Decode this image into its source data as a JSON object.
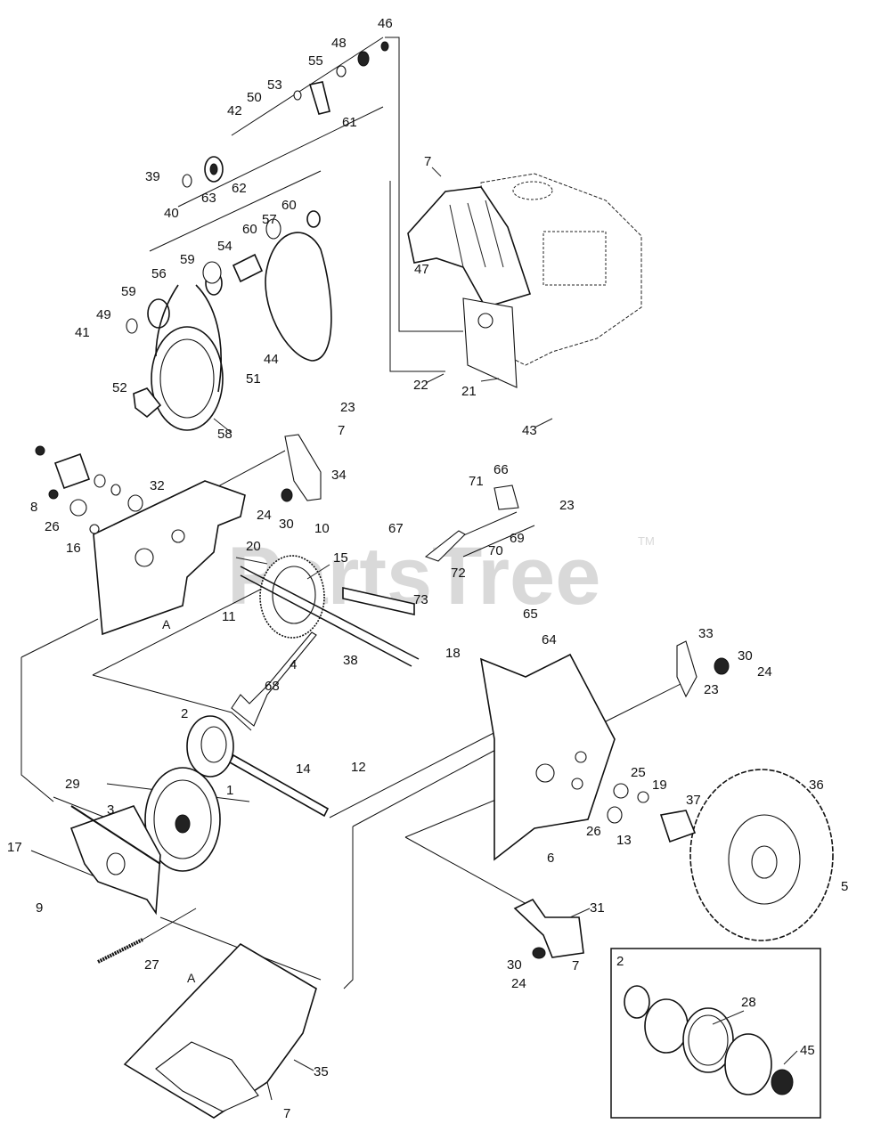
{
  "watermark": {
    "text": "PartsTree",
    "tm": "TM"
  },
  "callouts": {
    "c1": "1",
    "c2": "2",
    "c3": "3",
    "c4": "4",
    "c5": "5",
    "c6": "6",
    "c7": "7",
    "c8": "8",
    "c9": "9",
    "c10": "10",
    "c11": "11",
    "c12": "12",
    "c13": "13",
    "c14": "14",
    "c15": "15",
    "c16": "16",
    "c17": "17",
    "c18": "18",
    "c19": "19",
    "c20": "20",
    "c21": "21",
    "c22": "22",
    "c23": "23",
    "c24": "24",
    "c25": "25",
    "c26": "26",
    "c27": "27",
    "c28": "28",
    "c29": "29",
    "c30": "30",
    "c31": "31",
    "c32": "32",
    "c33": "33",
    "c34": "34",
    "c35": "35",
    "c36": "36",
    "c37": "37",
    "c38": "38",
    "c39": "39",
    "c40": "40",
    "c41": "41",
    "c42": "42",
    "c43": "43",
    "c44": "44",
    "c45": "45",
    "c46": "46",
    "c47": "47",
    "c48": "48",
    "c49": "49",
    "c50": "50",
    "c51": "51",
    "c52": "52",
    "c53": "53",
    "c54": "54",
    "c55": "55",
    "c56": "56",
    "c57": "57",
    "c58": "58",
    "c59": "59",
    "c60": "60",
    "c61": "61",
    "c62": "62",
    "c63": "63",
    "c64": "64",
    "c65": "65",
    "c66": "66",
    "c67": "67",
    "c68": "68",
    "c69": "69",
    "c70": "70",
    "c71": "71",
    "c72": "72",
    "c73": "73"
  },
  "section_refs": {
    "a_upper": "A",
    "a_lower": "A",
    "inset_label": "2"
  }
}
